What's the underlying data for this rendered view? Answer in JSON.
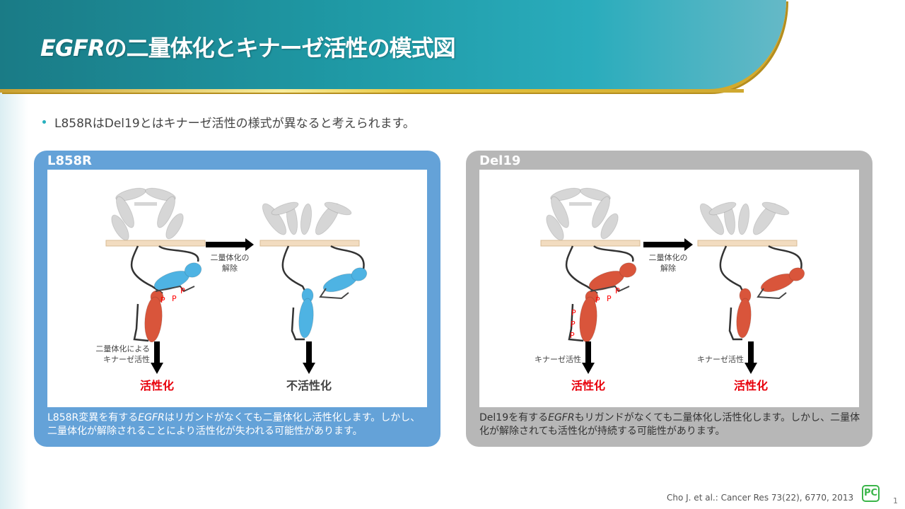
{
  "header": {
    "title_italic": "EGFR",
    "title_rest": "の二量体化とキナーゼ活性の模式図"
  },
  "bullet": "L858RはDel19とはキナーゼ活性の様式が異なると考えられます。",
  "panels": [
    {
      "title": "L858R",
      "caption_pre": "L858R変異を有する",
      "caption_italic": "EGFR",
      "caption_post": "はリガンドがなくても二量体化し活性化します。しかし、二量体化が解除されることにより活性化が失われる可能性があります。",
      "arrow_label": [
        "二量体化の",
        "解除"
      ],
      "left_label": [
        "二量体化による",
        "キナーゼ活性"
      ],
      "left_result": "活性化",
      "right_label": [],
      "right_result": "不活性化",
      "p_mark": "P"
    },
    {
      "title": "Del19",
      "caption_pre": "Del19を有する",
      "caption_italic": "EGFR",
      "caption_post": "もリガンドがなくても二量体化し活性化します。しかし、二量体化が解除されても活性化が持続する可能性があります。",
      "arrow_label": [
        "二量体化の",
        "解除"
      ],
      "left_label": [
        "キナーゼ活性"
      ],
      "left_result": "活性化",
      "right_label": [
        "キナーゼ活性"
      ],
      "right_result": "活性化",
      "p_mark": "P"
    }
  ],
  "colors": {
    "active": "#d9553b",
    "inactive": "#4eb3e3",
    "membrane": "#f2dcc0",
    "result_active": "#e8000b",
    "result_inactive": "#444444"
  },
  "footer": {
    "citation": "Cho J. et al.: Cancer Res 73(22), 6770, 2013",
    "logo": "PC",
    "page": "1"
  }
}
